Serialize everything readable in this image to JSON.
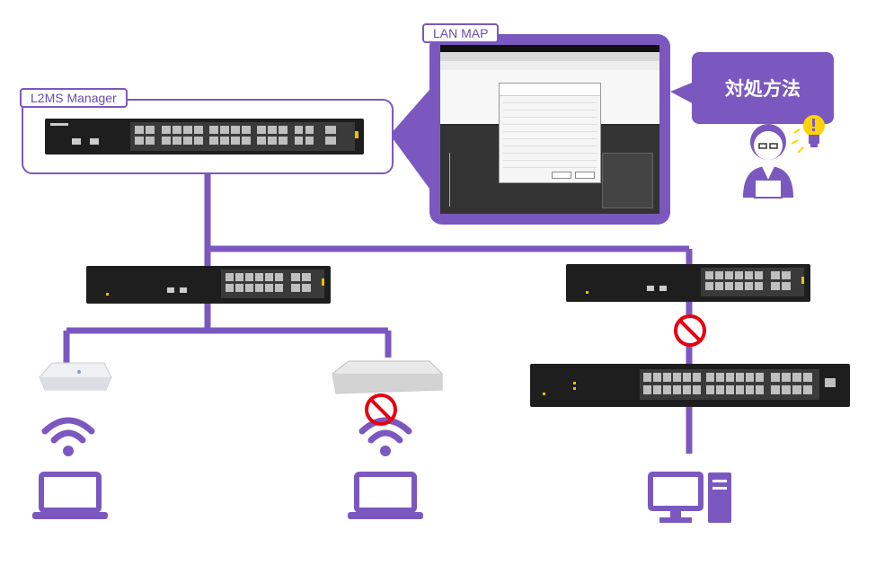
{
  "labels": {
    "manager": "L2MS Manager",
    "lanmap": "LAN MAP",
    "callout": "対処方法"
  },
  "colors": {
    "line": "#7b58c0",
    "forbidden": "#e60012",
    "bulb": "#ffd400"
  },
  "icons": [
    "wifi-icon",
    "laptop-icon",
    "desktop-pc-icon",
    "prohibited-icon",
    "user-icon",
    "lightbulb-icon"
  ]
}
